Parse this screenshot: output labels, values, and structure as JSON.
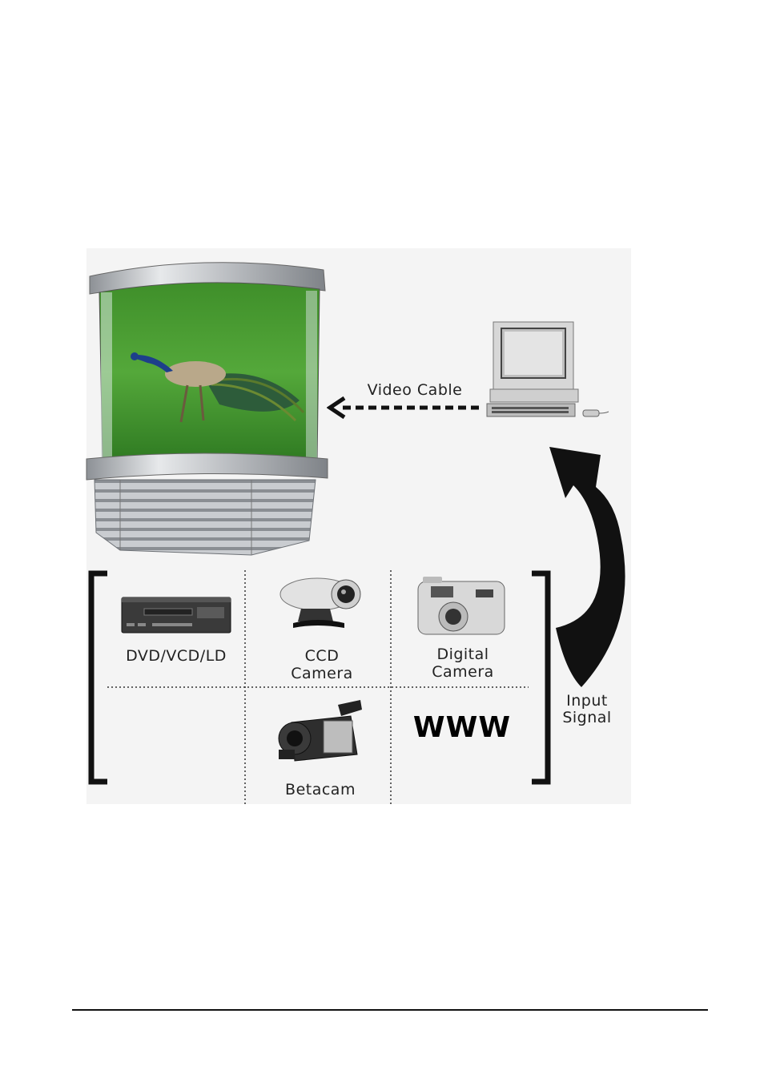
{
  "labels": {
    "video_cable": "Video Cable",
    "input_signal_line1": "Input",
    "input_signal_line2": "Signal",
    "dvd": "DVD/VCD/LD",
    "ccd_line1": "CCD",
    "ccd_line2": "Camera",
    "digital_line1": "Digital",
    "digital_line2": "Camera",
    "betacam": "Betacam",
    "www": "WWW"
  },
  "icons": [
    "display-kiosk-icon",
    "computer-icon",
    "vcr-icon",
    "ccd-camera-icon",
    "digital-camera-icon",
    "camcorder-icon"
  ]
}
